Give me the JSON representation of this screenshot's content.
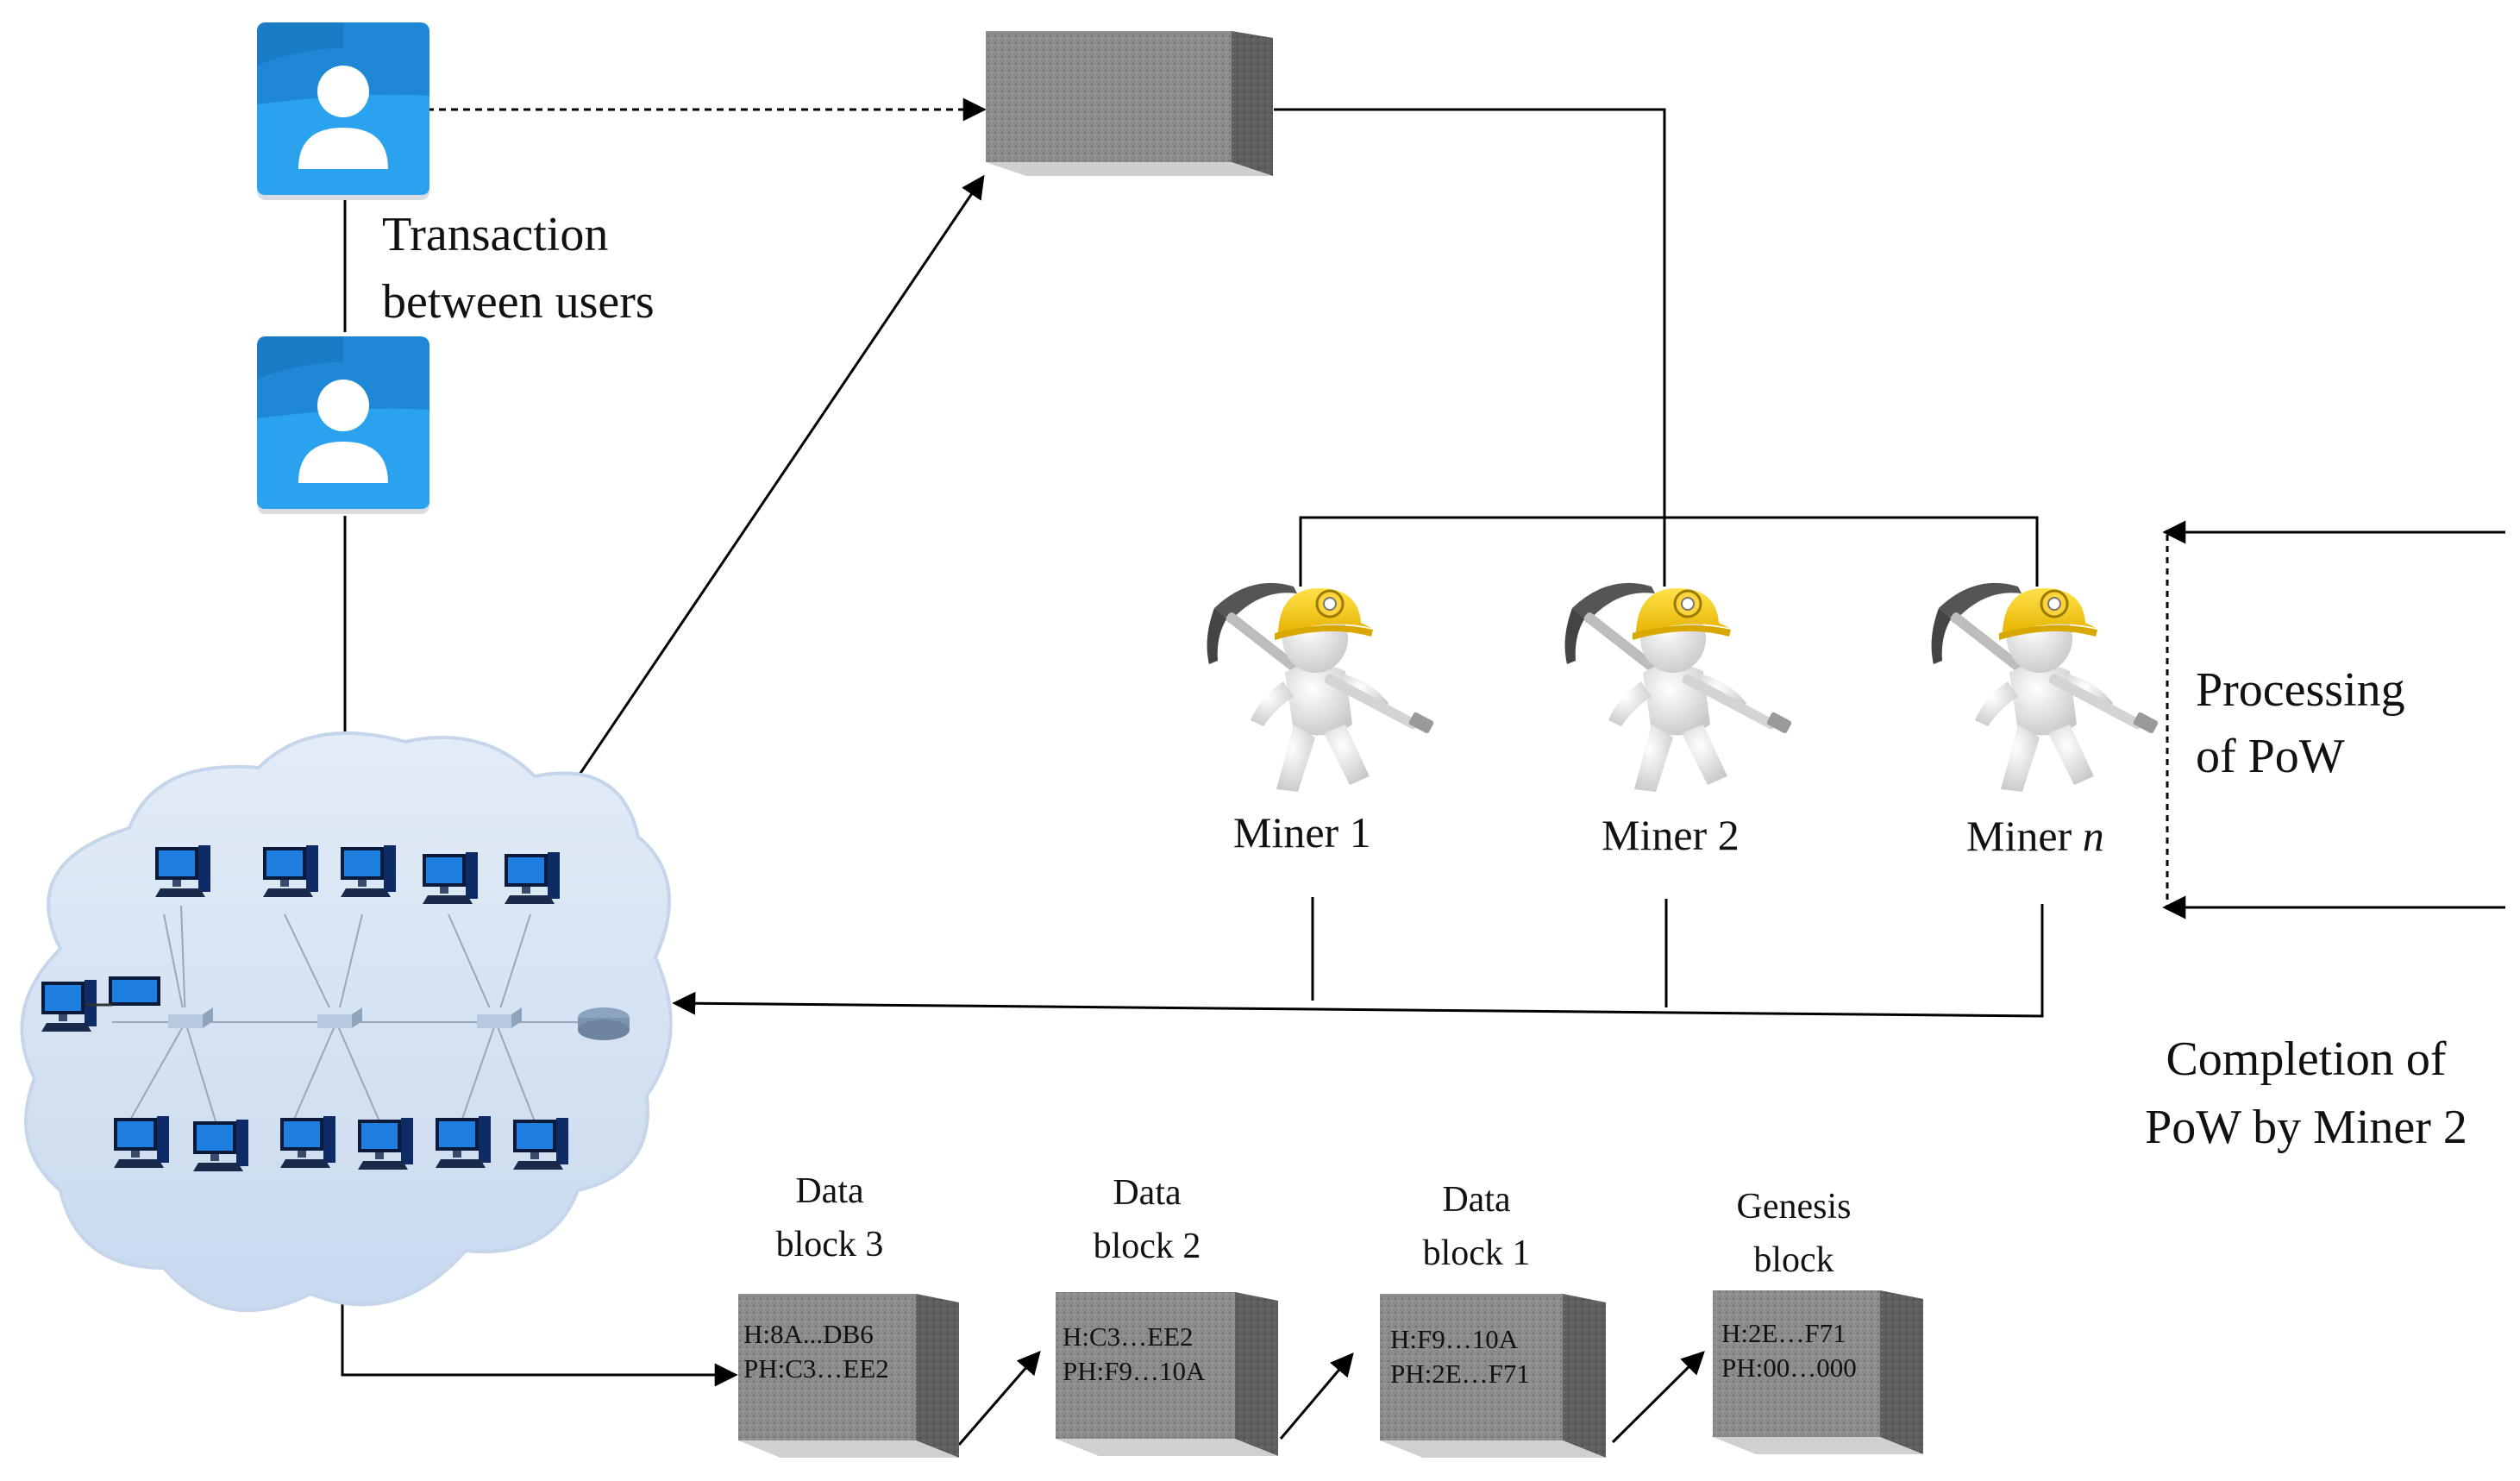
{
  "labels": {
    "transaction_line1": "Transaction",
    "transaction_line2": "between users",
    "processing_line1": "Processing",
    "processing_line2": "of PoW",
    "completion_line1": "Completion of",
    "completion_line2": "PoW by Miner 2"
  },
  "miners": [
    {
      "name": "Miner 1",
      "suffix": ""
    },
    {
      "name": "Miner 2",
      "suffix": ""
    },
    {
      "name": "Miner ",
      "suffix": "n"
    }
  ],
  "blocks": [
    {
      "title_line1": "Data",
      "title_line2": "block 3",
      "hash": "H:8A...DB6",
      "prev_hash": "PH:C3…EE2"
    },
    {
      "title_line1": "Data",
      "title_line2": "block 2",
      "hash": "H:C3…EE2",
      "prev_hash": "PH:F9…10A"
    },
    {
      "title_line1": "Data",
      "title_line2": "block 1",
      "hash": "H:F9…10A",
      "prev_hash": "PH:2E…F71"
    },
    {
      "title_line1": "Genesis",
      "title_line2": "block",
      "hash": "H:2E…F71",
      "prev_hash": "PH:00…000"
    }
  ],
  "icons": {
    "user": "user-account-icon",
    "pending_block": "pending-block-icon",
    "network": "p2p-network-cloud",
    "miner": "miner-figure-icon"
  },
  "colors": {
    "user_icon": "#1e88d6",
    "cloud": "#d8e5f4",
    "block": "#8a8a8a",
    "helmet": "#f2c400"
  }
}
